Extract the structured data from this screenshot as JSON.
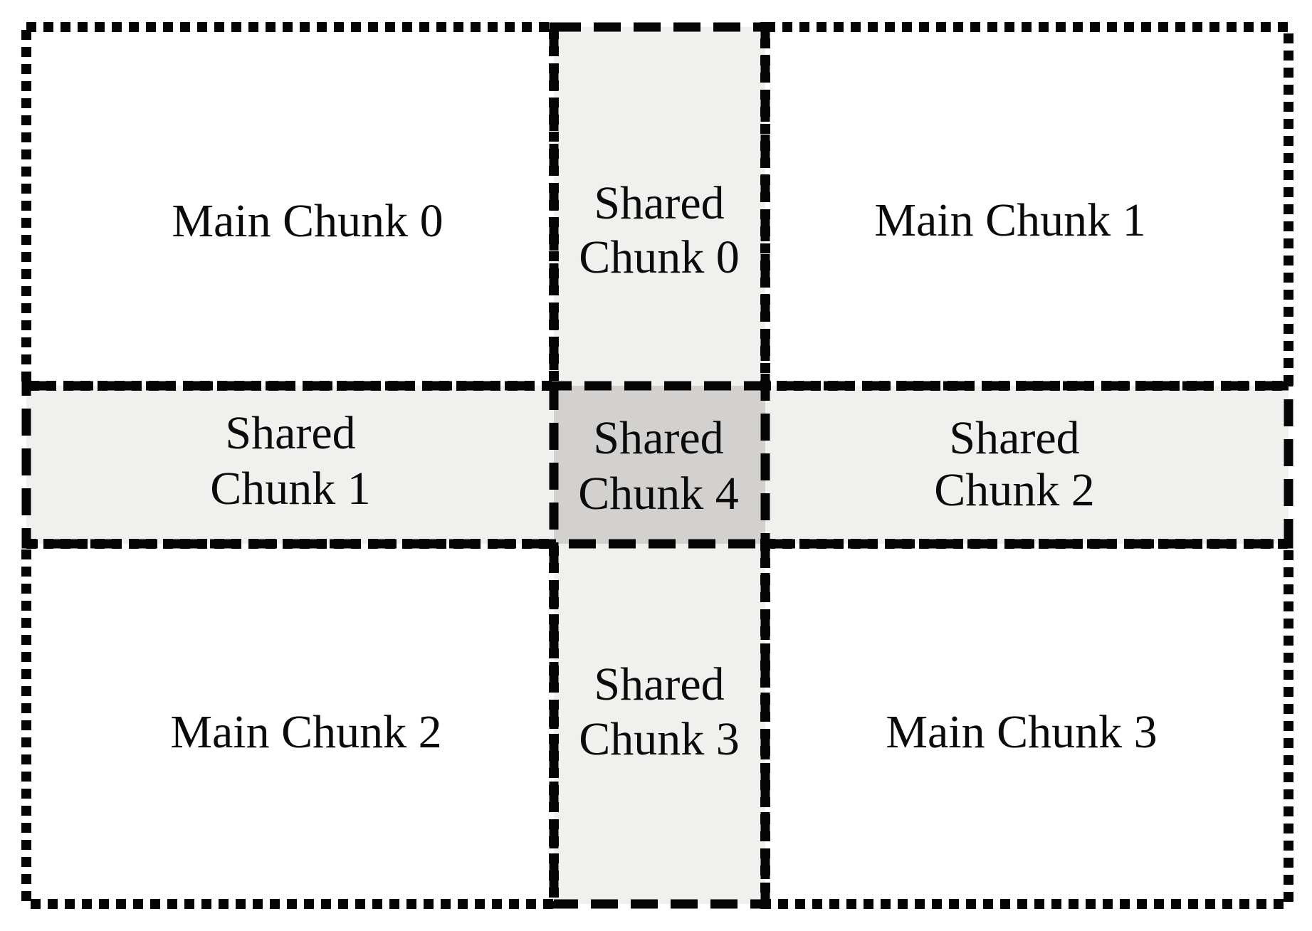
{
  "diagram": {
    "main_chunks": [
      {
        "label": "Main Chunk 0"
      },
      {
        "label": "Main Chunk 1"
      },
      {
        "label": "Main Chunk 2"
      },
      {
        "label": "Main Chunk 3"
      }
    ],
    "shared_chunks": [
      {
        "lines": [
          "Shared",
          "Chunk 0"
        ]
      },
      {
        "lines": [
          "Shared",
          "Chunk 1"
        ]
      },
      {
        "lines": [
          "Shared",
          "Chunk 2"
        ]
      },
      {
        "lines": [
          "Shared",
          "Chunk 3"
        ]
      },
      {
        "lines": [
          "Shared",
          "Chunk 4"
        ]
      }
    ],
    "colors": {
      "background": "#ffffff",
      "shared_fill": "#f0f0ef",
      "center_shared_fill": "#d2d1d0",
      "border": "#050505",
      "text": "#0b0b0b"
    }
  }
}
